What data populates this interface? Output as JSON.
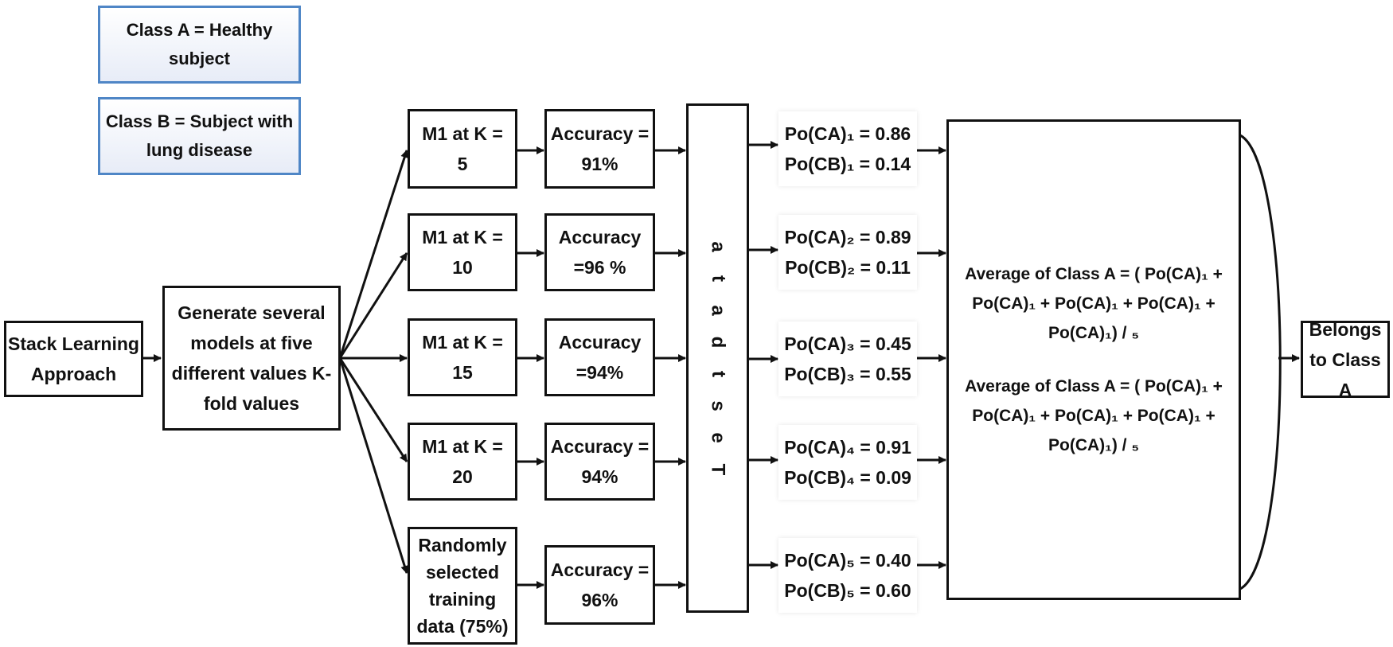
{
  "legend": {
    "class_a": "Class A  = Healthy subject",
    "class_b": "Class B  = Subject with lung disease"
  },
  "start": "Stack Learning Approach",
  "generate": "Generate several models at five different values K-fold values",
  "models": [
    "M1 at K =\n5",
    "M1 at K =\n10",
    "M1 at K =\n15",
    "M1 at K =\n20",
    "Randomly\nselected\ntraining\ndata (75%)"
  ],
  "accuracies": [
    "Accuracy =\n91%",
    "Accuracy\n=96 %",
    "Accuracy\n=94%",
    "Accuracy =\n94%",
    "Accuracy =\n96%"
  ],
  "test_data_letters": [
    "T",
    "e",
    "s",
    "t",
    "d",
    "a",
    "t",
    "a"
  ],
  "probabilities": [
    "Po(CA)₁ = 0.86\nPo(CB)₁ = 0.14",
    "Po(CA)₂ = 0.89\nPo(CB)₂ = 0.11",
    "Po(CA)₃ = 0.45\nPo(CB)₃ = 0.55",
    "Po(CA)₄ = 0.91\nPo(CB)₄ = 0.09",
    "Po(CA)₅ = 0.40\nPo(CB)₅ = 0.60"
  ],
  "average": {
    "line_a": "Average of Class A = ( Po(CA)₁ + Po(CA)₁ + Po(CA)₁ + Po(CA)₁ + Po(CA)₁) / ₅",
    "line_b": "Average of Class A = ( Po(CA)₁ + Po(CA)₁ + Po(CA)₁ + Po(CA)₁ + Po(CA)₁) / ₅"
  },
  "result": "Belongs to Class A",
  "colors": {
    "legend_border": "#4f86c6",
    "line": "#111111"
  }
}
